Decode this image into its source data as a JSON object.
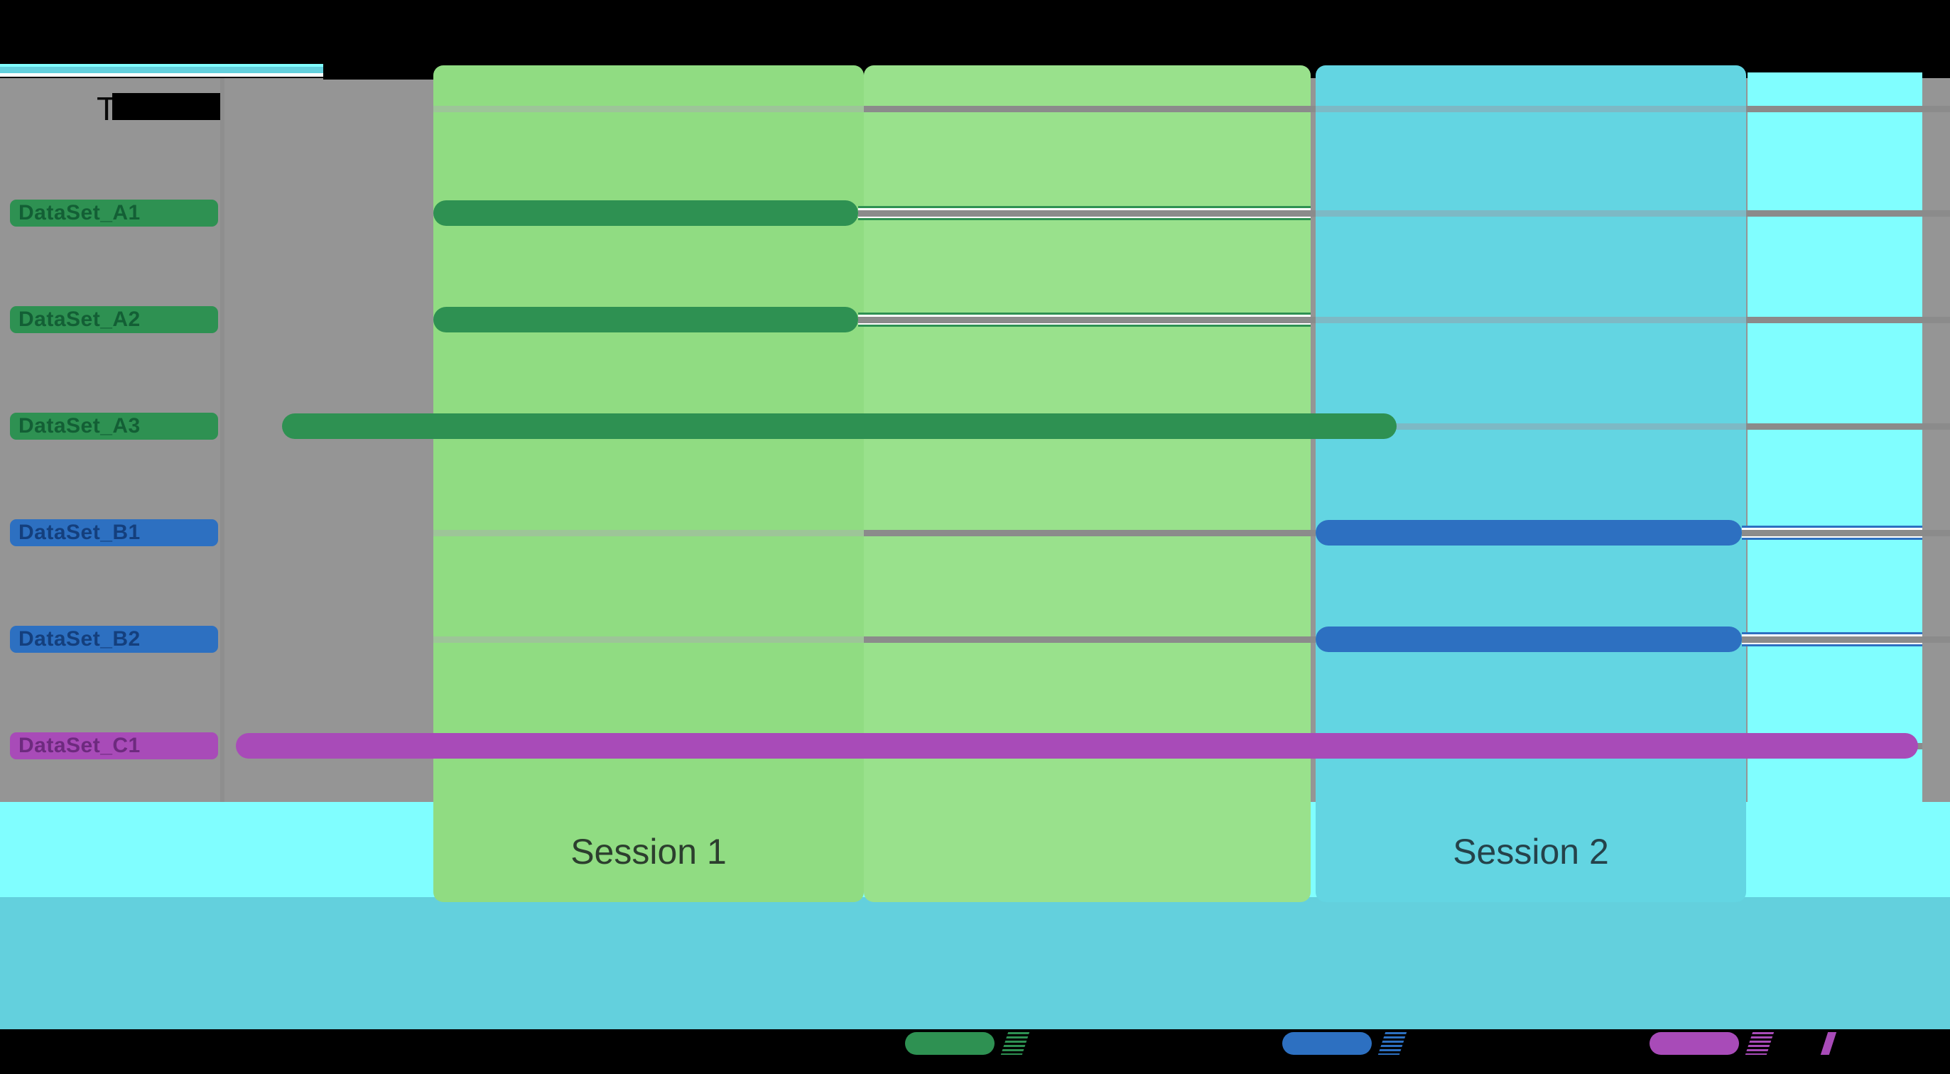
{
  "title": {
    "visible_text": "T"
  },
  "rows": [
    {
      "label": "DataSet_A1",
      "group": "A",
      "color": "#2e9152",
      "label_text_color": "#135f35"
    },
    {
      "label": "DataSet_A2",
      "group": "A",
      "color": "#2e9152",
      "label_text_color": "#135f35"
    },
    {
      "label": "DataSet_A3",
      "group": "A",
      "color": "#2e9152",
      "label_text_color": "#135f35"
    },
    {
      "label": "DataSet_B1",
      "group": "B",
      "color": "#2d70c1",
      "label_text_color": "#143f7d"
    },
    {
      "label": "DataSet_B2",
      "group": "B",
      "color": "#2d70c1",
      "label_text_color": "#143f7d"
    },
    {
      "label": "DataSet_C1",
      "group": "C",
      "color": "#a84bb8",
      "label_text_color": "#6d2a7e"
    }
  ],
  "sessions": [
    {
      "label": "Session 1",
      "band_color_left": "#90dc82",
      "band_color_right": "#99e18c",
      "text_color": "#2c3e2e"
    },
    {
      "label": "Session 2",
      "band_color": "#63d5e2",
      "text_color": "#25424a"
    }
  ],
  "legend": {
    "items": [
      {
        "swatch_color": "#2e9152"
      },
      {
        "swatch_color": "#2d70c1"
      },
      {
        "swatch_color": "#a84bb8"
      }
    ]
  },
  "colors": {
    "background": "#000000",
    "plot_gray": "#959595",
    "label_divider": "#8e8e8e",
    "band_light_cyan": "#80feff",
    "top_stripe_cyan": "#63d0dd",
    "top_stripe_light": "#80feff",
    "top_stripe_white": "#ffffff",
    "bottom_strip_light_cyan": "#80feff",
    "bottom_strip_cyan": "#63d0dd",
    "grid_solid": "#8b8b8b",
    "grid_over_green": "#9dc598",
    "grid_over_cyan": "#7db9c5"
  },
  "chart_data": {
    "type": "gantt",
    "title_visible_text": "T",
    "axis_tick_labels_visible": false,
    "units": "fraction of full image width (no numeric axis labels are visible in the screenshot)",
    "rows": [
      {
        "label": "DataSet_A1",
        "series": "A",
        "bar_span": [
          0.222,
          0.44
        ],
        "thin_line_span": [
          0.44,
          0.672
        ]
      },
      {
        "label": "DataSet_A2",
        "series": "A",
        "bar_span": [
          0.222,
          0.44
        ],
        "thin_line_span": [
          0.44,
          0.672
        ]
      },
      {
        "label": "DataSet_A3",
        "series": "A",
        "bar_span": [
          0.145,
          0.716
        ],
        "thin_line_span": null
      },
      {
        "label": "DataSet_B1",
        "series": "B",
        "bar_span": [
          0.675,
          0.893
        ],
        "thin_line_span": [
          0.893,
          0.986
        ]
      },
      {
        "label": "DataSet_B2",
        "series": "B",
        "bar_span": [
          0.675,
          0.893
        ],
        "thin_line_span": [
          0.893,
          0.986
        ]
      },
      {
        "label": "DataSet_C1",
        "series": "C",
        "bar_span": [
          0.121,
          0.984
        ],
        "thin_line_span": null
      }
    ],
    "sessions": [
      {
        "label": "Session 1",
        "span": [
          0.222,
          0.672
        ]
      },
      {
        "label": "Session 2",
        "span": [
          0.675,
          0.895
        ]
      }
    ],
    "legend_position": "bottom",
    "grid": true
  }
}
